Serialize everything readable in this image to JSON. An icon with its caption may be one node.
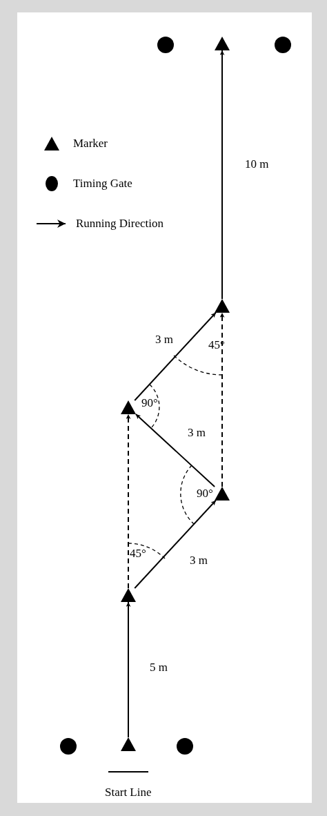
{
  "diagram": {
    "nodes": [
      {
        "text": [],
        "shape": "circle"
      },
      {
        "text": [],
        "shape": "triangle"
      },
      {
        "text": [],
        "shape": "circle"
      },
      {
        "text": [],
        "shape": "triangle"
      },
      {
        "text": [],
        "shape": "triangle"
      },
      {
        "text": [],
        "shape": "triangle"
      },
      {
        "text": [],
        "shape": "triangle"
      },
      {
        "text": [],
        "shape": "circle"
      },
      {
        "text": [],
        "shape": "triangle"
      },
      {
        "text": [],
        "shape": "circle"
      }
    ],
    "edges": [
      {
        "from": 8,
        "to": 6,
        "arrow": "to",
        "label": "5 m"
      },
      {
        "from": 6,
        "to": 5,
        "arrow": "to",
        "label": "3 m"
      },
      {
        "from": 5,
        "to": 4,
        "arrow": "to",
        "label": "3 m"
      },
      {
        "from": 4,
        "to": 3,
        "arrow": "to",
        "label": "3 m"
      },
      {
        "from": 3,
        "to": 1,
        "arrow": "to",
        "label": "10 m"
      },
      {
        "from": 6,
        "to": 4,
        "arrow": "to",
        "style": "dashed"
      },
      {
        "from": 5,
        "to": 3,
        "arrow": "to",
        "style": "dashed"
      }
    ],
    "labels": [
      "45°",
      "90°",
      "90°",
      "45°",
      "Start Line"
    ],
    "legend": [
      {
        "text": "Marker"
      },
      {
        "text": "Timing Gate"
      },
      {
        "text": "Running Direction"
      }
    ]
  }
}
